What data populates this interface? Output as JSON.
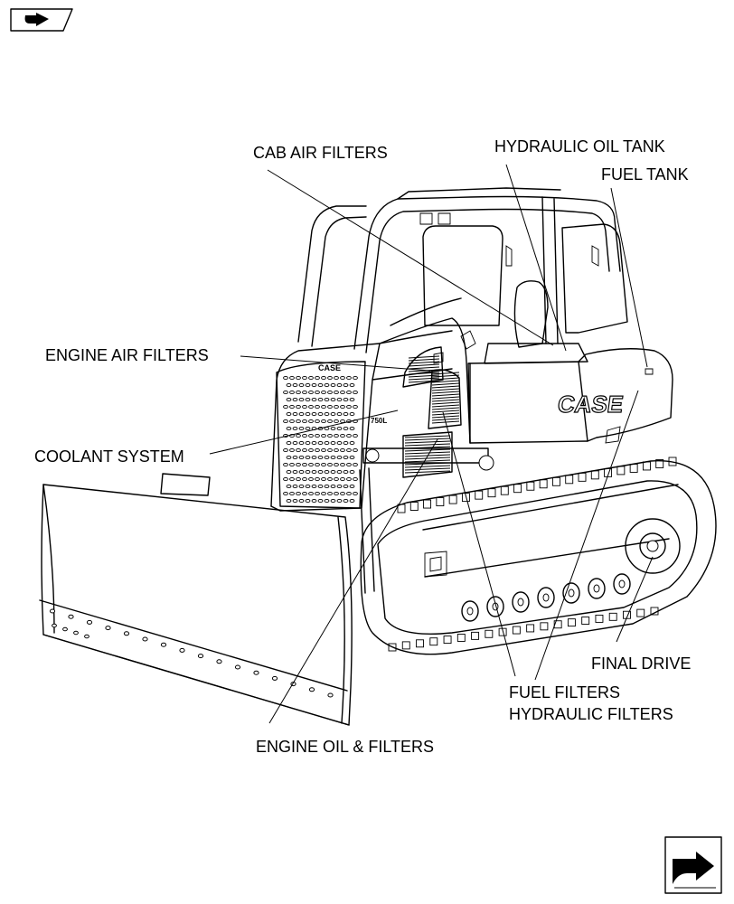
{
  "labels": {
    "cab_air_filters": "CAB AIR FILTERS",
    "hydraulic_oil_tank": "HYDRAULIC OIL TANK",
    "fuel_tank": "FUEL TANK",
    "engine_air_filters": "ENGINE AIR FILTERS",
    "coolant_system": "COOLANT SYSTEM",
    "final_drive": "FINAL DRIVE",
    "fuel_filters": "FUEL FILTERS",
    "hydraulic_filters": "HYDRAULIC FILTERS",
    "engine_oil_filters": "ENGINE OIL & FILTERS"
  },
  "decals": {
    "brand_large": "CASE",
    "brand_small": "CASE",
    "model": "750L"
  },
  "icons": {
    "top_left": "right-hand-arrow-icon",
    "bottom_right": "next-page-hand-arrow-icon"
  },
  "colors": {
    "line": "#000000",
    "background": "#ffffff"
  }
}
